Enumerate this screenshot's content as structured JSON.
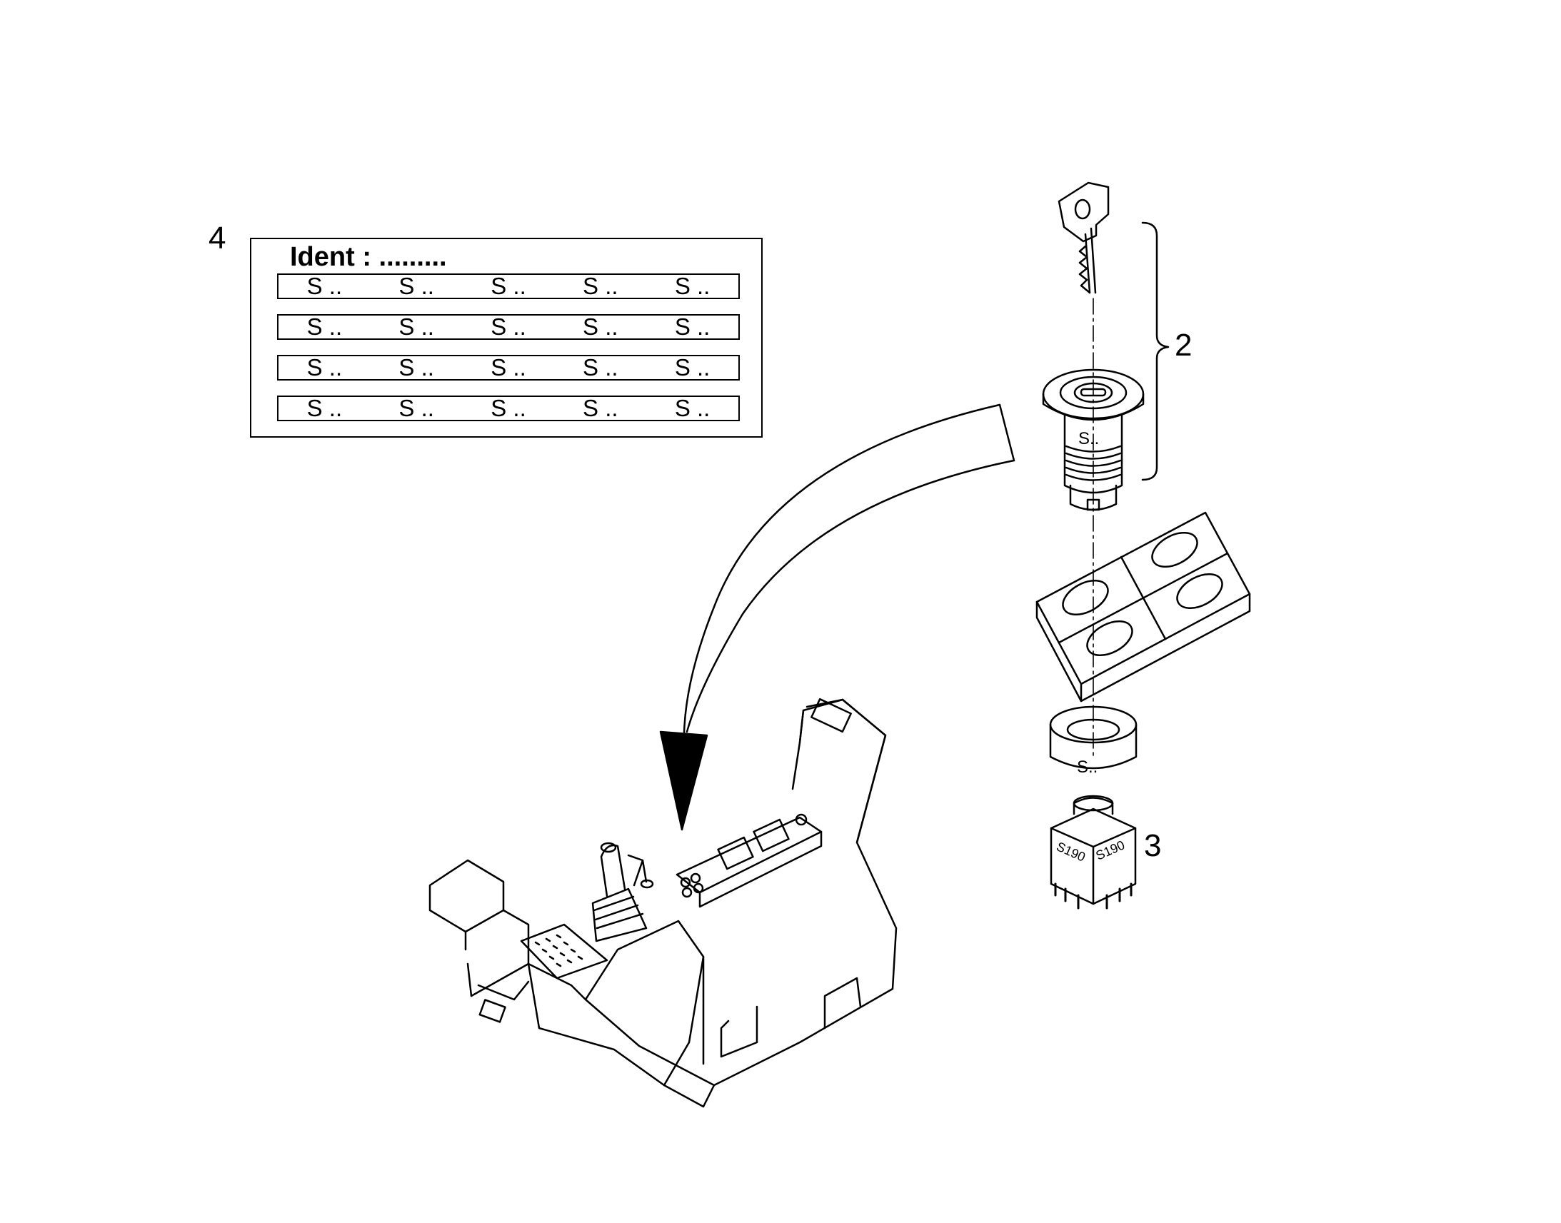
{
  "callouts": {
    "item2": "2",
    "item3": "3",
    "item4": "4"
  },
  "ident_label": {
    "title": "Ident : .........",
    "rows": [
      [
        "S ..",
        "S ..",
        "S ..",
        "S ..",
        "S .."
      ],
      [
        "S ..",
        "S ..",
        "S ..",
        "S ..",
        "S .."
      ],
      [
        "S ..",
        "S ..",
        "S ..",
        "S ..",
        "S .."
      ],
      [
        "S ..",
        "S ..",
        "S ..",
        "S ..",
        "S .."
      ]
    ]
  },
  "part_markings": {
    "lock_barrel": "S..",
    "bezel_ring": "S..",
    "switch_left": "S190",
    "switch_right": "S190"
  }
}
